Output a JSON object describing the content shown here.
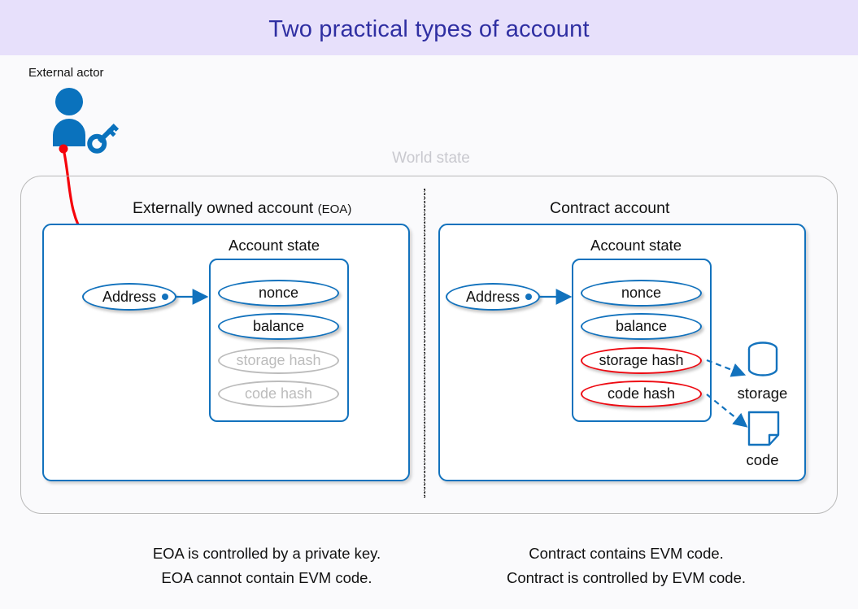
{
  "title": "Two practical types of account",
  "actor": {
    "label": "External actor",
    "person_icon": "person-icon",
    "key_icon": "key-icon"
  },
  "world_state": {
    "label": "World state"
  },
  "panels": [
    {
      "title_main": "Externally owned account",
      "title_sub": "(EOA)",
      "state_title": "Account state",
      "address_label": "Address",
      "fields": [
        {
          "label": "nonce",
          "style": "blue"
        },
        {
          "label": "balance",
          "style": "blue"
        },
        {
          "label": "storage hash",
          "style": "muted"
        },
        {
          "label": "code hash",
          "style": "muted"
        }
      ]
    },
    {
      "title_main": "Contract account",
      "title_sub": "",
      "state_title": "Account state",
      "address_label": "Address",
      "fields": [
        {
          "label": "nonce",
          "style": "blue"
        },
        {
          "label": "balance",
          "style": "blue"
        },
        {
          "label": "storage hash",
          "style": "red"
        },
        {
          "label": "code hash",
          "style": "red"
        }
      ],
      "side_icons": [
        {
          "label": "storage",
          "icon": "database-cylinder-icon"
        },
        {
          "label": "code",
          "icon": "document-note-icon"
        }
      ]
    }
  ],
  "captions": {
    "left_line1": "EOA is controlled by a private key.",
    "left_line2": "EOA cannot contain EVM code.",
    "right_line1": "Contract contains EVM code.",
    "right_line2": "Contract is controlled by EVM code."
  },
  "colors": {
    "title_bar_bg": "#e7e0fb",
    "title_text": "#2f2fa2",
    "page_bg": "#fafafc",
    "accent_blue": "#1272bd",
    "accent_red": "#ee0a12",
    "muted_grey": "#bcbcbc",
    "world_state_border": "#b9b9b9",
    "actor_red_link": "#f5030b"
  }
}
